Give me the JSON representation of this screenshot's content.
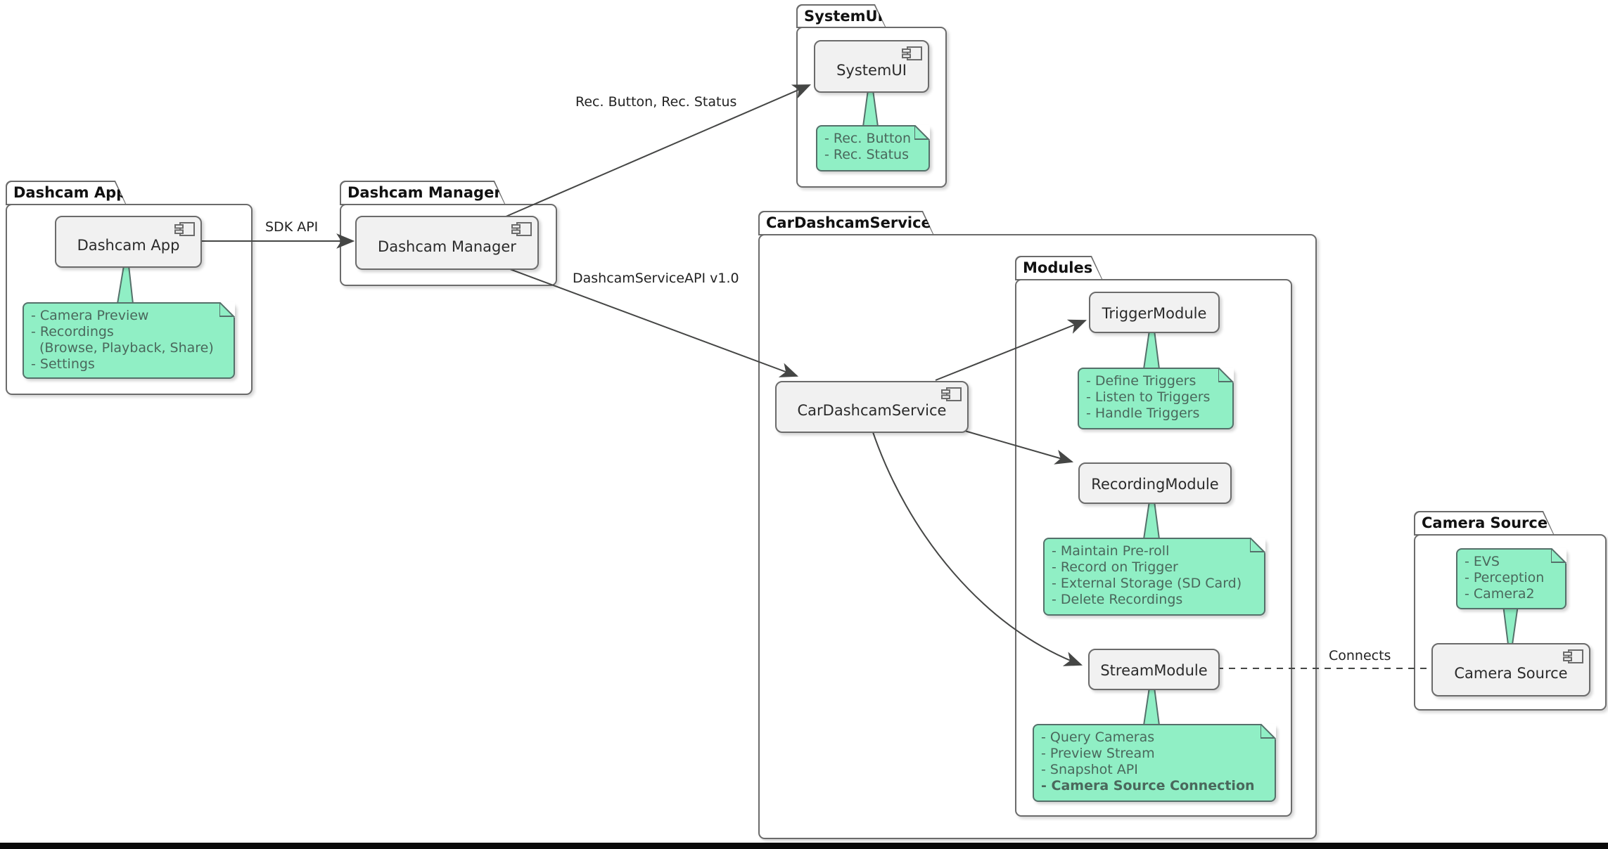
{
  "diagram": {
    "colors": {
      "note_fill": "#90efc5",
      "note_border": "#55706a",
      "note_text": "#4a685c",
      "component_fill": "#f1f1f1",
      "shape_border": "#6b6b6b",
      "edge_line": "#454645",
      "bottom_bar": "#0a0a0a"
    },
    "packages": {
      "dashcam_app": {
        "title": "Dashcam App",
        "component": "Dashcam App",
        "note_lines": [
          "- Camera Preview",
          "- Recordings",
          "(Browse, Playback, Share)",
          "- Settings"
        ]
      },
      "dashcam_manager": {
        "title": "Dashcam Manager",
        "component": "Dashcam Manager"
      },
      "systemui": {
        "title": "SystemUI",
        "component": "SystemUI",
        "note_lines": [
          "- Rec. Button",
          "- Rec. Status"
        ]
      },
      "car_dashcam_service": {
        "title": "CarDashcamService",
        "component": "CarDashcamService"
      },
      "modules": {
        "title": "Modules"
      },
      "trigger_module": {
        "component": "TriggerModule",
        "note_lines": [
          "- Define Triggers",
          "- Listen to Triggers",
          "- Handle Triggers"
        ]
      },
      "recording_module": {
        "component": "RecordingModule",
        "note_lines": [
          "- Maintain Pre-roll",
          "- Record on Trigger",
          "- External Storage (SD Card)",
          "- Delete Recordings"
        ]
      },
      "stream_module": {
        "component": "StreamModule",
        "note_lines": [
          "- Query Cameras",
          "- Preview Stream",
          "- Snapshot API",
          "- Camera Source Connection"
        ]
      },
      "camera_source": {
        "title": "Camera Source",
        "component": "Camera Source",
        "note_lines": [
          "- EVS",
          "- Perception",
          "- Camera2"
        ]
      }
    },
    "edge_labels": {
      "sdk_api": "SDK API",
      "rec_button_status": "Rec. Button, Rec. Status",
      "dashcam_service_api": "DashcamServiceAPI v1.0",
      "connects": "Connects"
    }
  }
}
